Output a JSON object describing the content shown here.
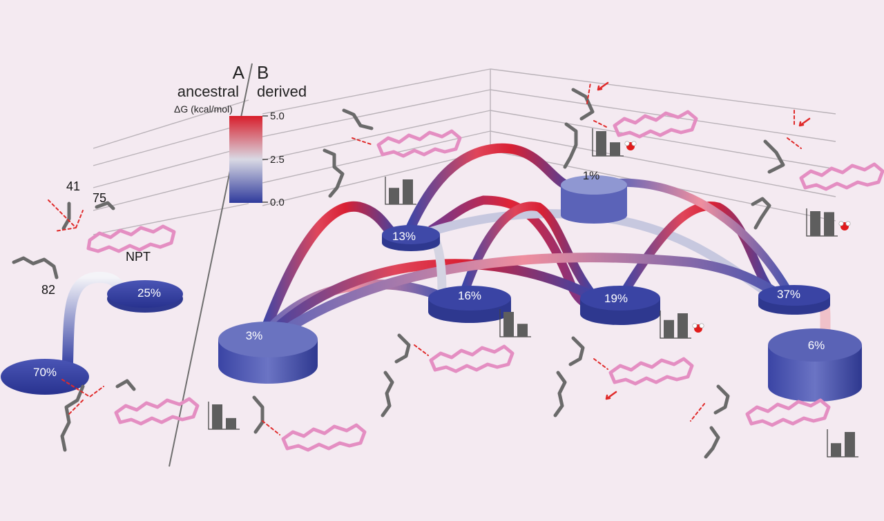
{
  "panels": {
    "a_letter": "A",
    "b_letter": "B",
    "a_label": "ancestral",
    "b_label": "derived"
  },
  "colorbar": {
    "title": "ΔG (kcal/mol)",
    "ticks": [
      "5.0",
      "2.5",
      "0.0"
    ],
    "colors": [
      "#d81e2b",
      "#d9d9e4",
      "#2f3a9c"
    ]
  },
  "residues": {
    "r41": "41",
    "r75": "75",
    "r82": "82",
    "ligand": "NPT"
  },
  "ancestral_states": [
    {
      "id": "a70",
      "label": "70%"
    },
    {
      "id": "a25",
      "label": "25%"
    }
  ],
  "derived_states": [
    {
      "id": "d3",
      "label": "3%"
    },
    {
      "id": "d13",
      "label": "13%"
    },
    {
      "id": "d16",
      "label": "16%"
    },
    {
      "id": "d1",
      "label": "1%"
    },
    {
      "id": "d19",
      "label": "19%"
    },
    {
      "id": "d37",
      "label": "37%"
    },
    {
      "id": "d6",
      "label": "6%"
    }
  ],
  "bar_insets": [
    {
      "id": "bars-top-center",
      "values": [
        0.66,
        1.0
      ],
      "water": false
    },
    {
      "id": "bars-top-right",
      "values": [
        1.0,
        0.55
      ],
      "water": true
    },
    {
      "id": "bars-right",
      "values": [
        1.0,
        0.96
      ],
      "water": true
    },
    {
      "id": "bars-mid",
      "values": [
        1.0,
        0.52
      ],
      "water": false
    },
    {
      "id": "bars-mid-right",
      "values": [
        0.73,
        1.0
      ],
      "water": true
    },
    {
      "id": "bars-bottom-left",
      "values": [
        1.0,
        0.45
      ],
      "water": false
    },
    {
      "id": "bars-bottom-right",
      "values": [
        0.55,
        1.0
      ],
      "water": false
    }
  ]
}
